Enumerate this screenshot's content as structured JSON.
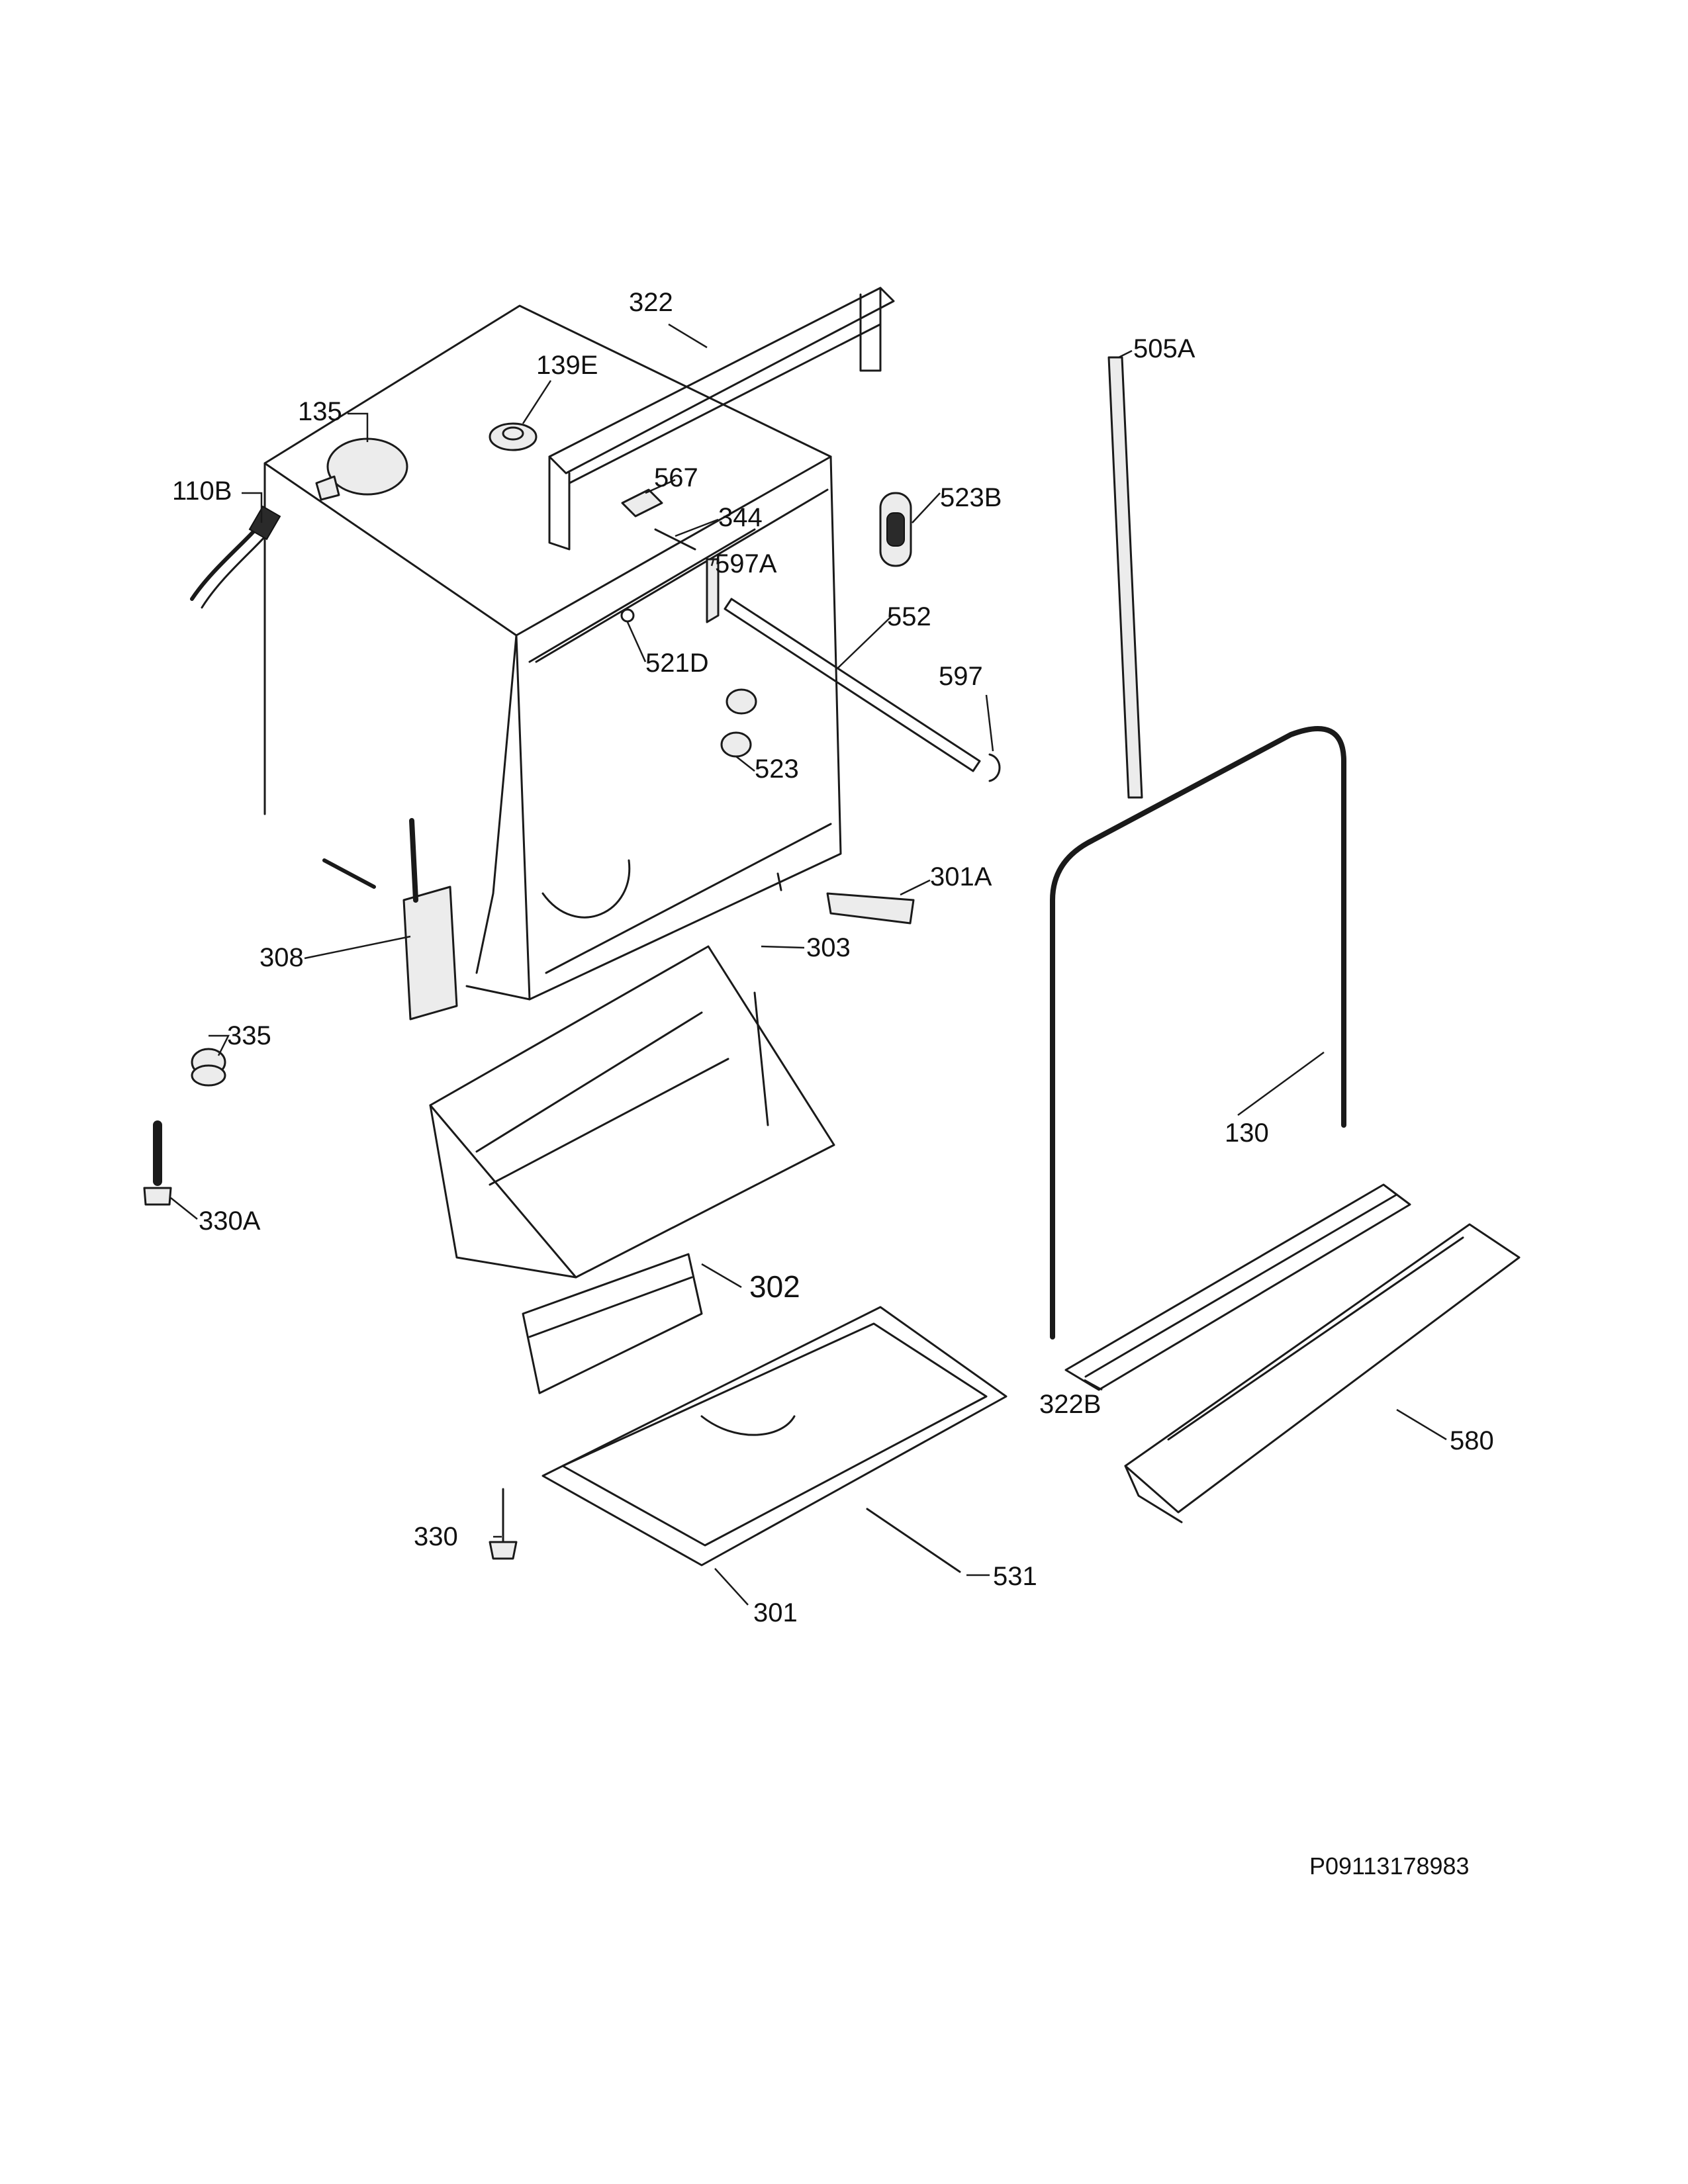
{
  "diagram": {
    "reference_code": "P09113178983",
    "labels": {
      "l322": "322",
      "l505A": "505A",
      "l139E": "139E",
      "l135": "135",
      "l110B": "110B",
      "l567": "567",
      "l523B": "523B",
      "l344": "344",
      "l597A": "597A",
      "l552": "552",
      "l521D": "521D",
      "l597": "597",
      "l523": "523",
      "l301A": "301A",
      "l308": "308",
      "l303": "303",
      "l335": "335",
      "l130": "130",
      "l330A": "330A",
      "l302": "302",
      "l322B": "322B",
      "l580": "580",
      "l330": "330",
      "l531": "531",
      "l301": "301"
    },
    "colors": {
      "line": "#1a1a1a",
      "fill": "#ececec",
      "background": "#ffffff"
    }
  }
}
